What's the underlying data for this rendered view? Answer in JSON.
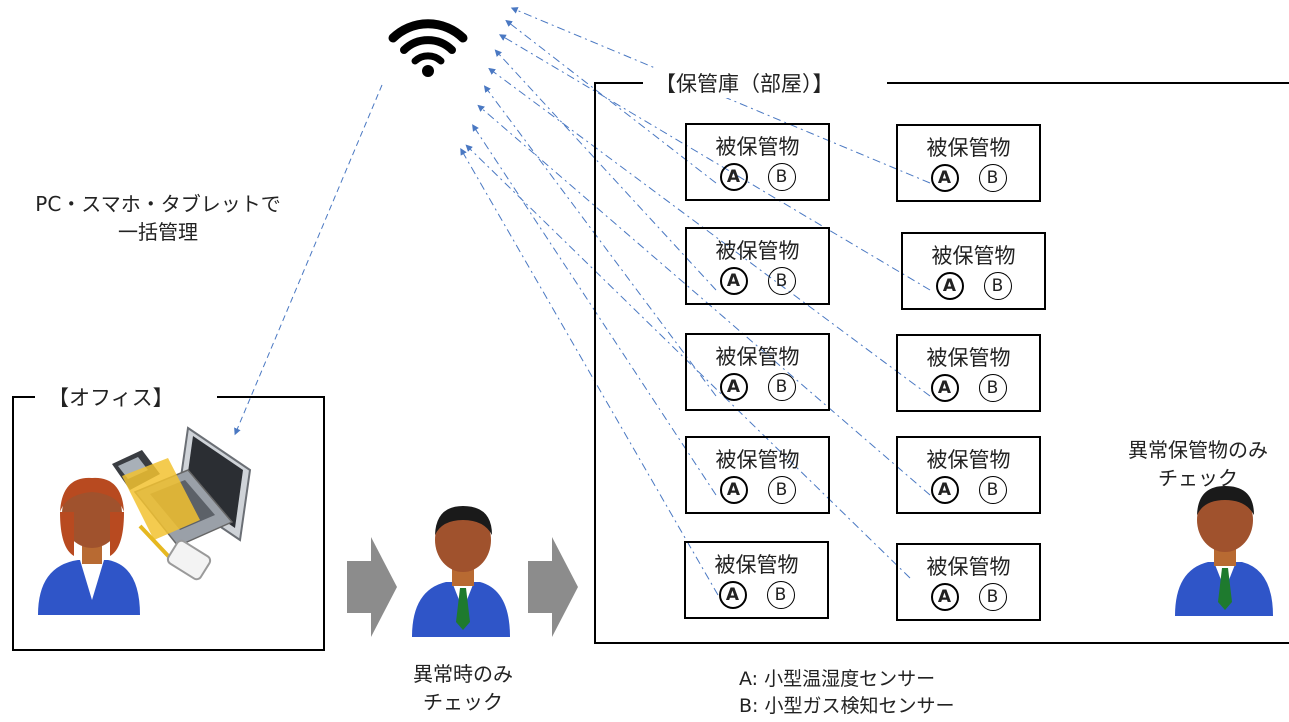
{
  "storage": {
    "title": "【保管庫（部屋）】",
    "items": [
      {
        "label": "被保管物",
        "sensor_a": "A",
        "sensor_b": "B"
      },
      {
        "label": "被保管物",
        "sensor_a": "A",
        "sensor_b": "B"
      },
      {
        "label": "被保管物",
        "sensor_a": "A",
        "sensor_b": "B"
      },
      {
        "label": "被保管物",
        "sensor_a": "A",
        "sensor_b": "B"
      },
      {
        "label": "被保管物",
        "sensor_a": "A",
        "sensor_b": "B"
      },
      {
        "label": "被保管物",
        "sensor_a": "A",
        "sensor_b": "B"
      },
      {
        "label": "被保管物",
        "sensor_a": "A",
        "sensor_b": "B"
      },
      {
        "label": "被保管物",
        "sensor_a": "A",
        "sensor_b": "B"
      },
      {
        "label": "被保管物",
        "sensor_a": "A",
        "sensor_b": "B"
      },
      {
        "label": "被保管物",
        "sensor_a": "A",
        "sensor_b": "B"
      }
    ]
  },
  "office": {
    "title": "【オフィス】"
  },
  "management_text": {
    "line1": "PC・スマホ・タブレットで",
    "line2": "一括管理"
  },
  "worker_caption": {
    "line1": "異常時のみ",
    "line2": "チェック"
  },
  "inspector_caption": {
    "line1": "異常保管物のみ",
    "line2": "チェック"
  },
  "legend": {
    "a": "A: 小型温湿度センサー",
    "b": "B: 小型ガス検知センサー"
  },
  "icons": [
    "wifi-icon",
    "laptop-icon",
    "calculator-icon",
    "smartphone-icon",
    "person-icon",
    "arrow-right-icon"
  ],
  "colors": {
    "dashed_line": "#4a78c2",
    "gray_arrow": "#8c8c8c",
    "suit": "#2f55c8",
    "tie": "#1e7a2e"
  }
}
